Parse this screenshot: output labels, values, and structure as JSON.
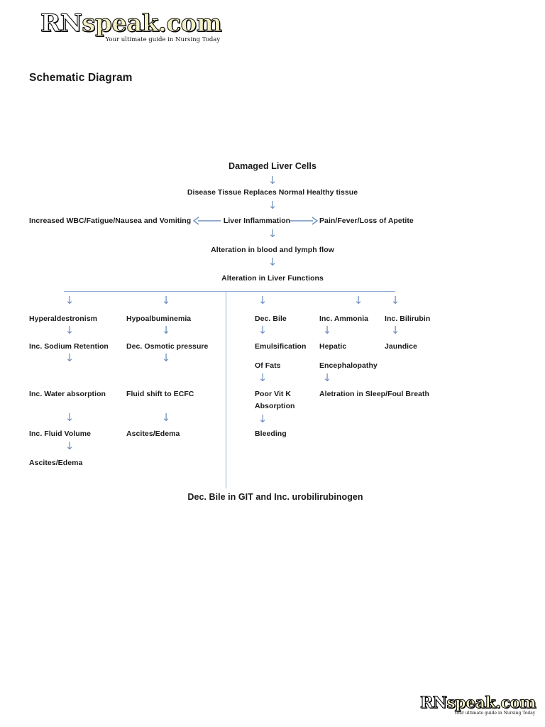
{
  "branding": {
    "logo_primary": "RN",
    "logo_secondary": "speak.com",
    "logo_tagline": "Your ultimate guide in Nursing Today"
  },
  "page": {
    "title": "Schematic Diagram"
  },
  "colors": {
    "arrow": "#6e8fbe",
    "connector": "#90add4",
    "text": "#1a1a1a",
    "background": "#ffffff"
  },
  "chart_data": {
    "type": "diagram",
    "title": "Schematic Diagram",
    "subject": "Damaged Liver Cells pathophysiology flowchart",
    "nodes": {
      "root": "Damaged Liver Cells",
      "step2": "Disease Tissue Replaces Normal Healthy tissue",
      "inflammation": "Liver Inflammation",
      "left_effect": "Increased WBC/Fatigue/Nausea and Vomiting",
      "right_effect": "Pain/Fever/Loss of Apetite",
      "step5": "Alteration in blood and lymph flow",
      "step6": "Alteration in Liver Functions",
      "conclusion": "Dec. Bile in GIT and Inc. urobilirubinogen"
    },
    "branches": [
      {
        "name": "hyperaldosteronism-chain",
        "steps": [
          "Hyperaldestronism",
          "Inc. Sodium Retention",
          "Inc. Water absorption",
          "Inc. Fluid Volume",
          "Ascites/Edema"
        ]
      },
      {
        "name": "hypoalbuminemia-chain",
        "steps": [
          "Hypoalbuminemia",
          "Dec. Osmotic pressure",
          "Fluid shift to ECFC",
          "Ascites/Edema"
        ]
      },
      {
        "name": "bile-chain",
        "steps": [
          "Dec. Bile",
          "Emulsification",
          "Of Fats",
          "Poor Vit K",
          "Absorption",
          "Bleeding"
        ]
      },
      {
        "name": "ammonia-chain",
        "steps": [
          "Inc. Ammonia",
          "Hepatic",
          "Encephalopathy",
          "Aletration in Sleep/Foul Breath"
        ]
      },
      {
        "name": "bilirubin-chain",
        "steps": [
          "Inc. Bilirubin",
          "Jaundice"
        ]
      }
    ]
  },
  "flow": {
    "root": "Damaged Liver Cells",
    "step2": "Disease Tissue Replaces Normal Healthy tissue",
    "left_effect": "Increased WBC/Fatigue/Nausea and Vomiting",
    "inflammation": "Liver Inflammation",
    "right_effect": "Pain/Fever/Loss of Apetite",
    "step5": "Alteration in blood and lymph flow",
    "step6": "Alteration in Liver Functions",
    "conclusion": "Dec. Bile in GIT and Inc. urobilirubinogen",
    "col1": {
      "n1": "Hyperaldestronism",
      "n2": "Inc. Sodium Retention",
      "n3": "Inc. Water absorption",
      "n4": "Inc. Fluid Volume",
      "n5": "Ascites/Edema"
    },
    "col2": {
      "n1": "Hypoalbuminemia",
      "n2": "Dec. Osmotic pressure",
      "n3": "Fluid shift to ECFC",
      "n4": "Ascites/Edema"
    },
    "col3": {
      "n1": "Dec. Bile",
      "n2": "Emulsification",
      "n3": "Of Fats",
      "n4": "Poor Vit K",
      "n4b": "Absorption",
      "n5": "Bleeding"
    },
    "col4": {
      "n1": "Inc. Ammonia",
      "n2": "Hepatic",
      "n3": "Encephalopathy",
      "n4": "Aletration in Sleep/Foul Breath"
    },
    "col5": {
      "n1": "Inc. Bilirubin",
      "n2": "Jaundice"
    },
    "arrow_glyph": "↓"
  }
}
